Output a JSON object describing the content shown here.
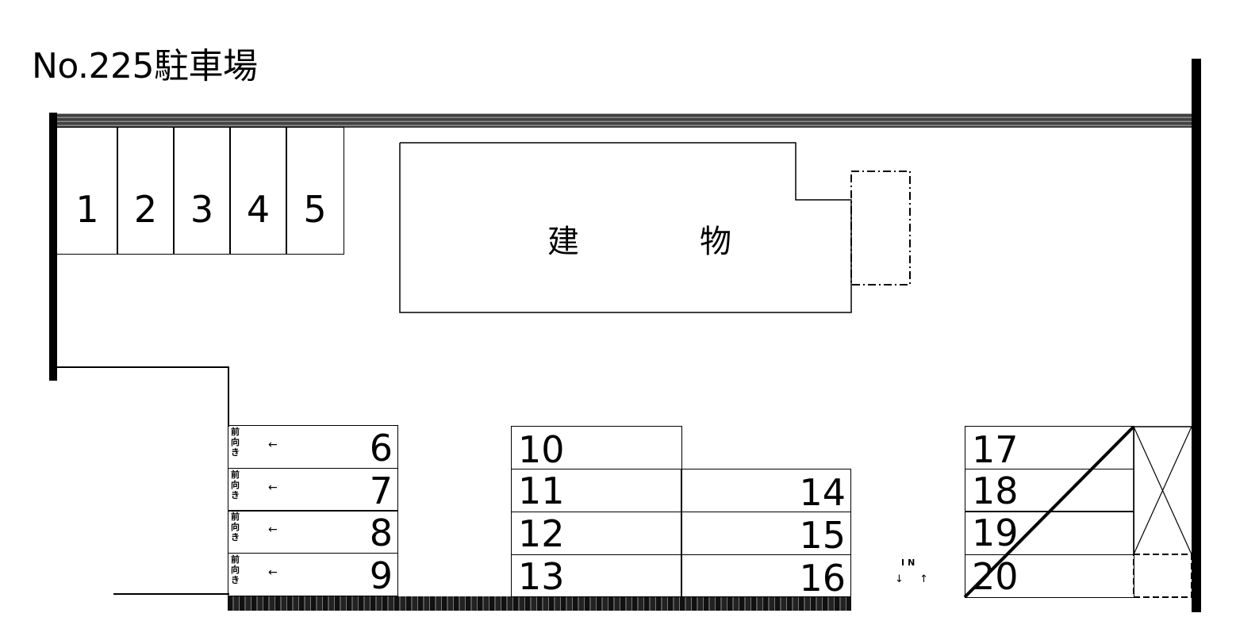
{
  "title": "No.225駐車場",
  "building": {
    "label": "建　物"
  },
  "top_row": [
    {
      "number": "1"
    },
    {
      "number": "2"
    },
    {
      "number": "3"
    },
    {
      "number": "4"
    },
    {
      "number": "5"
    }
  ],
  "left_column": [
    {
      "number": "6",
      "orientation_label": "前\n向\nき",
      "arrow": "←"
    },
    {
      "number": "7",
      "orientation_label": "前\n向\nき",
      "arrow": "←"
    },
    {
      "number": "8",
      "orientation_label": "前\n向\nき",
      "arrow": "←"
    },
    {
      "number": "9",
      "orientation_label": "前\n向\nき",
      "arrow": "←"
    }
  ],
  "middle_left_column": [
    {
      "number": "10"
    },
    {
      "number": "11"
    },
    {
      "number": "12"
    },
    {
      "number": "13"
    }
  ],
  "middle_right_column": [
    {
      "number": "14"
    },
    {
      "number": "15"
    },
    {
      "number": "16"
    }
  ],
  "right_column": [
    {
      "number": "17",
      "status": "unavailable"
    },
    {
      "number": "18",
      "status": "unavailable"
    },
    {
      "number": "19",
      "status": "unavailable"
    },
    {
      "number": "20",
      "status": "unavailable"
    }
  ],
  "entrance": {
    "label": "IN",
    "arrows": "↓ ↑"
  },
  "colors": {
    "line": "#000000",
    "background": "#ffffff",
    "hatch": "#555555"
  }
}
